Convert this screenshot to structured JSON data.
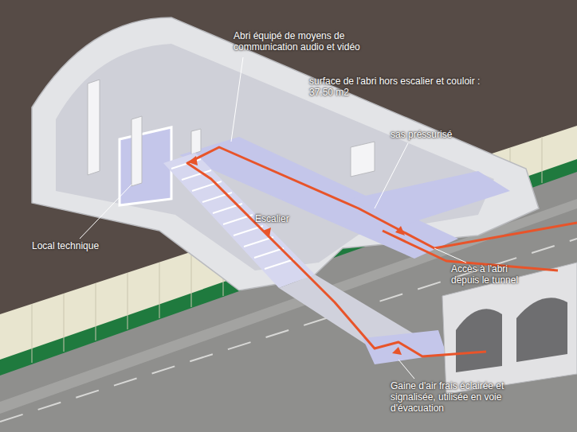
{
  "diagram": {
    "labels": [
      "Abri équipé de moyens de communication audio et vidéo",
      "surface de l'abri hors escalier et couloir : 37.50 m2",
      "sas préssurisé",
      "Escalier",
      "Local technique",
      "Accès à l'abri depuis le tunnel",
      "Gaine d'air frais éclairée et signalisée, utilisée en voie d'évacuation"
    ]
  }
}
